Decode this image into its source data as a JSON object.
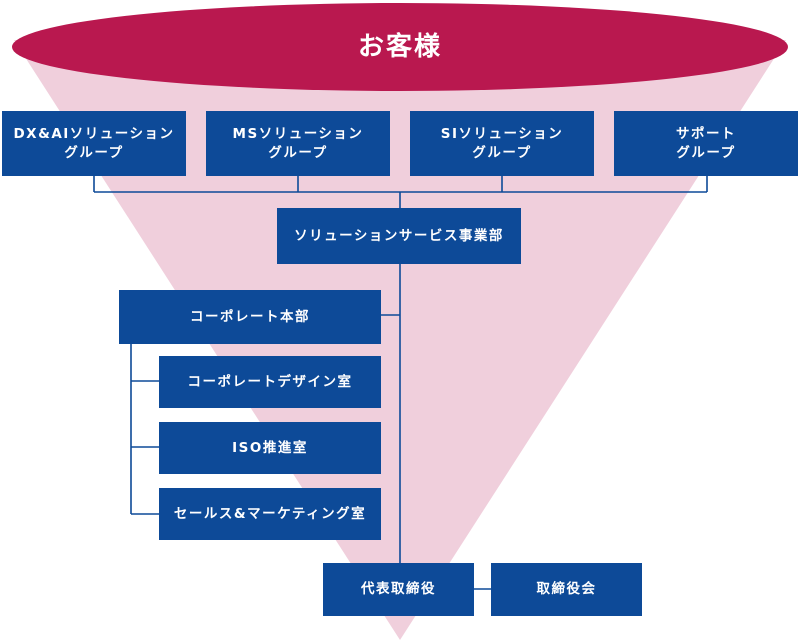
{
  "customer": {
    "label": "お客様"
  },
  "groups": [
    {
      "line1": "DX&AIソリューション",
      "line2": "グループ"
    },
    {
      "line1": "MSソリューション",
      "line2": "グループ"
    },
    {
      "line1": "SIソリューション",
      "line2": "グループ"
    },
    {
      "line1": "サポート",
      "line2": "グループ"
    }
  ],
  "division": {
    "label": "ソリューションサービス事業部"
  },
  "corporate": {
    "label": "コーポレート本部",
    "offices": [
      "コーポレートデザイン室",
      "ISO推進室",
      "セールス&マーケティング室"
    ]
  },
  "ceo": {
    "label": "代表取締役"
  },
  "board": {
    "label": "取締役会"
  },
  "colors": {
    "customer_ellipse": "#b9184f",
    "funnel_fill": "#f0cfdc",
    "box_fill": "#0d4a98",
    "connector": "#0d4a98"
  }
}
